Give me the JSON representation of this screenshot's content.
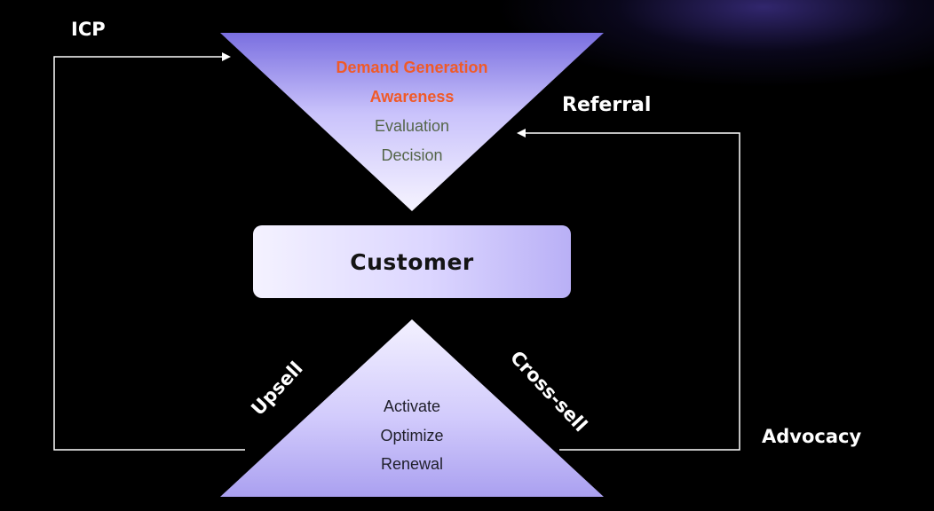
{
  "colors": {
    "funnel_top": "#6f63d6",
    "funnel_bottom": "#f3f1ff",
    "demand_text": "#f05a28",
    "evaluation_text": "#55664a",
    "retention_text": "#1f1f2a",
    "label_text": "#ffffff",
    "connector": "#ffffff"
  },
  "acquisition_funnel": {
    "stages": [
      {
        "label": "Demand Generation",
        "color": "#f05a28"
      },
      {
        "label": "Awareness",
        "color": "#f05a28"
      },
      {
        "label": "Evaluation",
        "color": "#55664a"
      },
      {
        "label": "Decision",
        "color": "#55664a"
      }
    ]
  },
  "customer": {
    "label": "Customer"
  },
  "retention_triangle": {
    "stages": [
      {
        "label": "Activate"
      },
      {
        "label": "Optimize"
      },
      {
        "label": "Renewal"
      }
    ]
  },
  "loops": {
    "icp": "ICP",
    "referral": "Referral",
    "upsell": "Upsell",
    "cross_sell": "Cross-sell",
    "advocacy": "Advocacy"
  }
}
